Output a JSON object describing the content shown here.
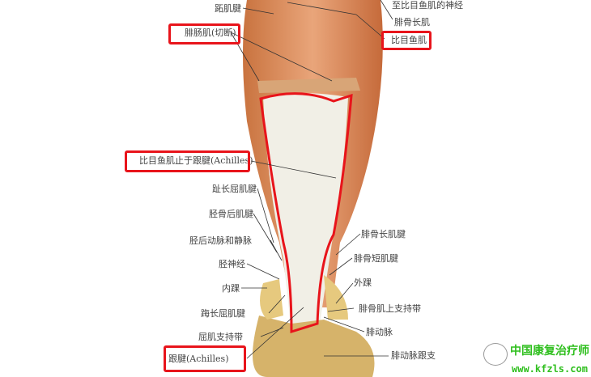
{
  "labels": {
    "plantaris_tendon": "跖肌腱",
    "nerve_to_soleus": "至比目鱼肌的神经",
    "gastrocnemius_cut": "腓肠肌(切断)",
    "peroneus_longus": "腓骨长肌",
    "soleus": "比目鱼肌",
    "soleus_insertion": "比目鱼肌止于跟腱(Achilles)",
    "fdl_tendon": "趾长屈肌腱",
    "tp_tendon": "胫骨后肌腱",
    "posterior_tibial_vessels": "胫后动脉和静脉",
    "tibial_nerve": "胫神经",
    "medial_malleolus": "内踝",
    "fhl_tendon": "踇长屈肌腱",
    "flexor_retinaculum": "屈肌支持带",
    "achilles_tendon": "跟腱(Achilles)",
    "peroneus_longus_tendon": "腓骨长肌腱",
    "peroneus_brevis_tendon": "腓骨短肌腱",
    "lateral_malleolus": "外踝",
    "superior_peroneal_retinaculum": "腓骨肌上支持带",
    "peroneal_artery": "腓动脉",
    "peroneal_calcaneal_branch": "腓动脉跟支"
  },
  "watermark": {
    "title": "中国康复治疗师",
    "url": "www.kfzls.com"
  },
  "colors": {
    "highlight": "#e8141b",
    "muscle": "#d9895a",
    "tendon": "#f1efe6",
    "watermark": "#2fbf1e"
  }
}
